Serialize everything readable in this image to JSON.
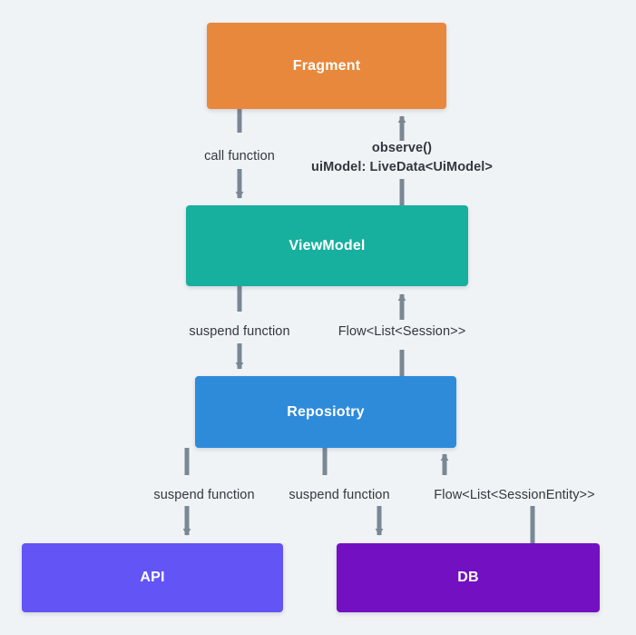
{
  "diagram": {
    "title": "Android app architecture data flow",
    "background_color": "#f0f3f6",
    "nodes": [
      {
        "id": "fragment",
        "label": "Fragment",
        "color": "#e8883c",
        "text_color": "#ffffff"
      },
      {
        "id": "viewmodel",
        "label": "ViewModel",
        "color": "#17af9e",
        "text_color": "#ffffff"
      },
      {
        "id": "repository",
        "label": "Reposiotry",
        "color": "#2e8bda",
        "text_color": "#ffffff"
      },
      {
        "id": "api",
        "label": "API",
        "color": "#6254f5",
        "text_color": "#ffffff"
      },
      {
        "id": "db",
        "label": "DB",
        "color": "#7210c2",
        "text_color": "#ffffff"
      }
    ],
    "edges": [
      {
        "id": "fragment-to-viewmodel",
        "from": "fragment",
        "to": "viewmodel",
        "direction": "down",
        "label_line1": "call function",
        "label_line2": ""
      },
      {
        "id": "viewmodel-to-fragment",
        "from": "viewmodel",
        "to": "fragment",
        "direction": "up",
        "label_line1": "observe()",
        "label_line2": "uiModel: LiveData<UiModel>"
      },
      {
        "id": "viewmodel-to-repository",
        "from": "viewmodel",
        "to": "repository",
        "direction": "down",
        "label_line1": "suspend function",
        "label_line2": ""
      },
      {
        "id": "repository-to-viewmodel",
        "from": "repository",
        "to": "viewmodel",
        "direction": "up",
        "label_line1": "Flow<List<Session>>",
        "label_line2": ""
      },
      {
        "id": "repository-to-api",
        "from": "repository",
        "to": "api",
        "direction": "down",
        "label_line1": "suspend function",
        "label_line2": ""
      },
      {
        "id": "repository-to-db",
        "from": "repository",
        "to": "db",
        "direction": "down",
        "label_line1": "suspend function",
        "label_line2": ""
      },
      {
        "id": "db-to-repository",
        "from": "db",
        "to": "repository",
        "direction": "up",
        "label_line1": "Flow<List<SessionEntity>>",
        "label_line2": ""
      }
    ],
    "connector_color": "#7a8794",
    "label_color": "#32383f"
  }
}
